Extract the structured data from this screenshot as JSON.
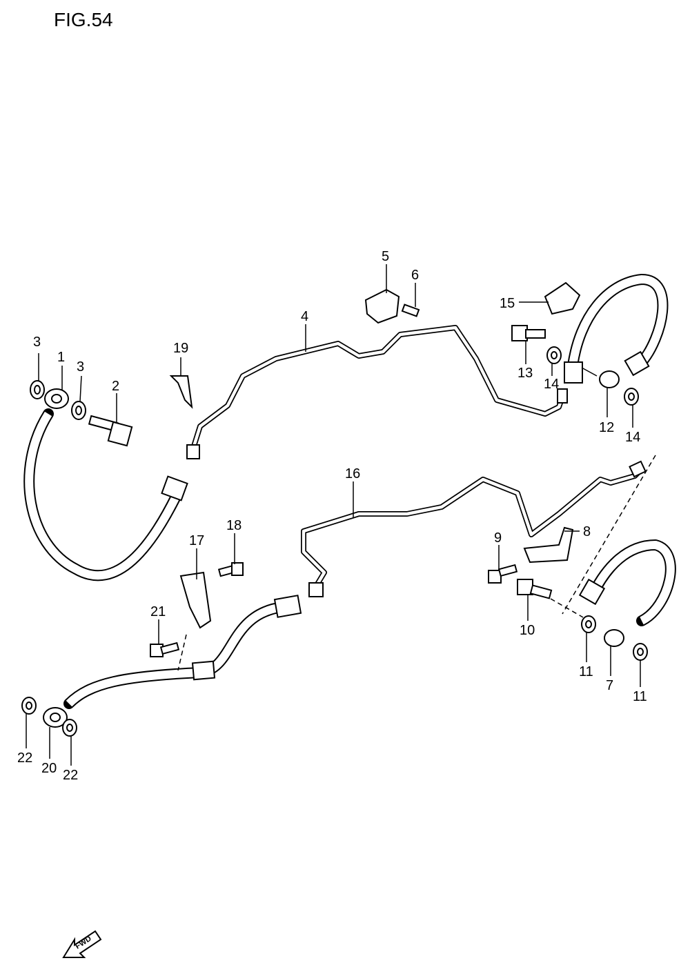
{
  "figure": {
    "title": "FIG.54"
  },
  "callouts": {
    "c1": "1",
    "c2": "2",
    "c3a": "3",
    "c3b": "3",
    "c4": "4",
    "c5": "5",
    "c6": "6",
    "c7": "7",
    "c8": "8",
    "c9": "9",
    "c10": "10",
    "c11a": "11",
    "c11b": "11",
    "c12": "12",
    "c13": "13",
    "c14a": "14",
    "c14b": "14",
    "c15": "15",
    "c16": "16",
    "c17": "17",
    "c18": "18",
    "c19": "19",
    "c20": "20",
    "c21": "21",
    "c22a": "22",
    "c22b": "22"
  },
  "direction_marker": {
    "label": "FWD",
    "icon": "forward-arrow-icon"
  }
}
